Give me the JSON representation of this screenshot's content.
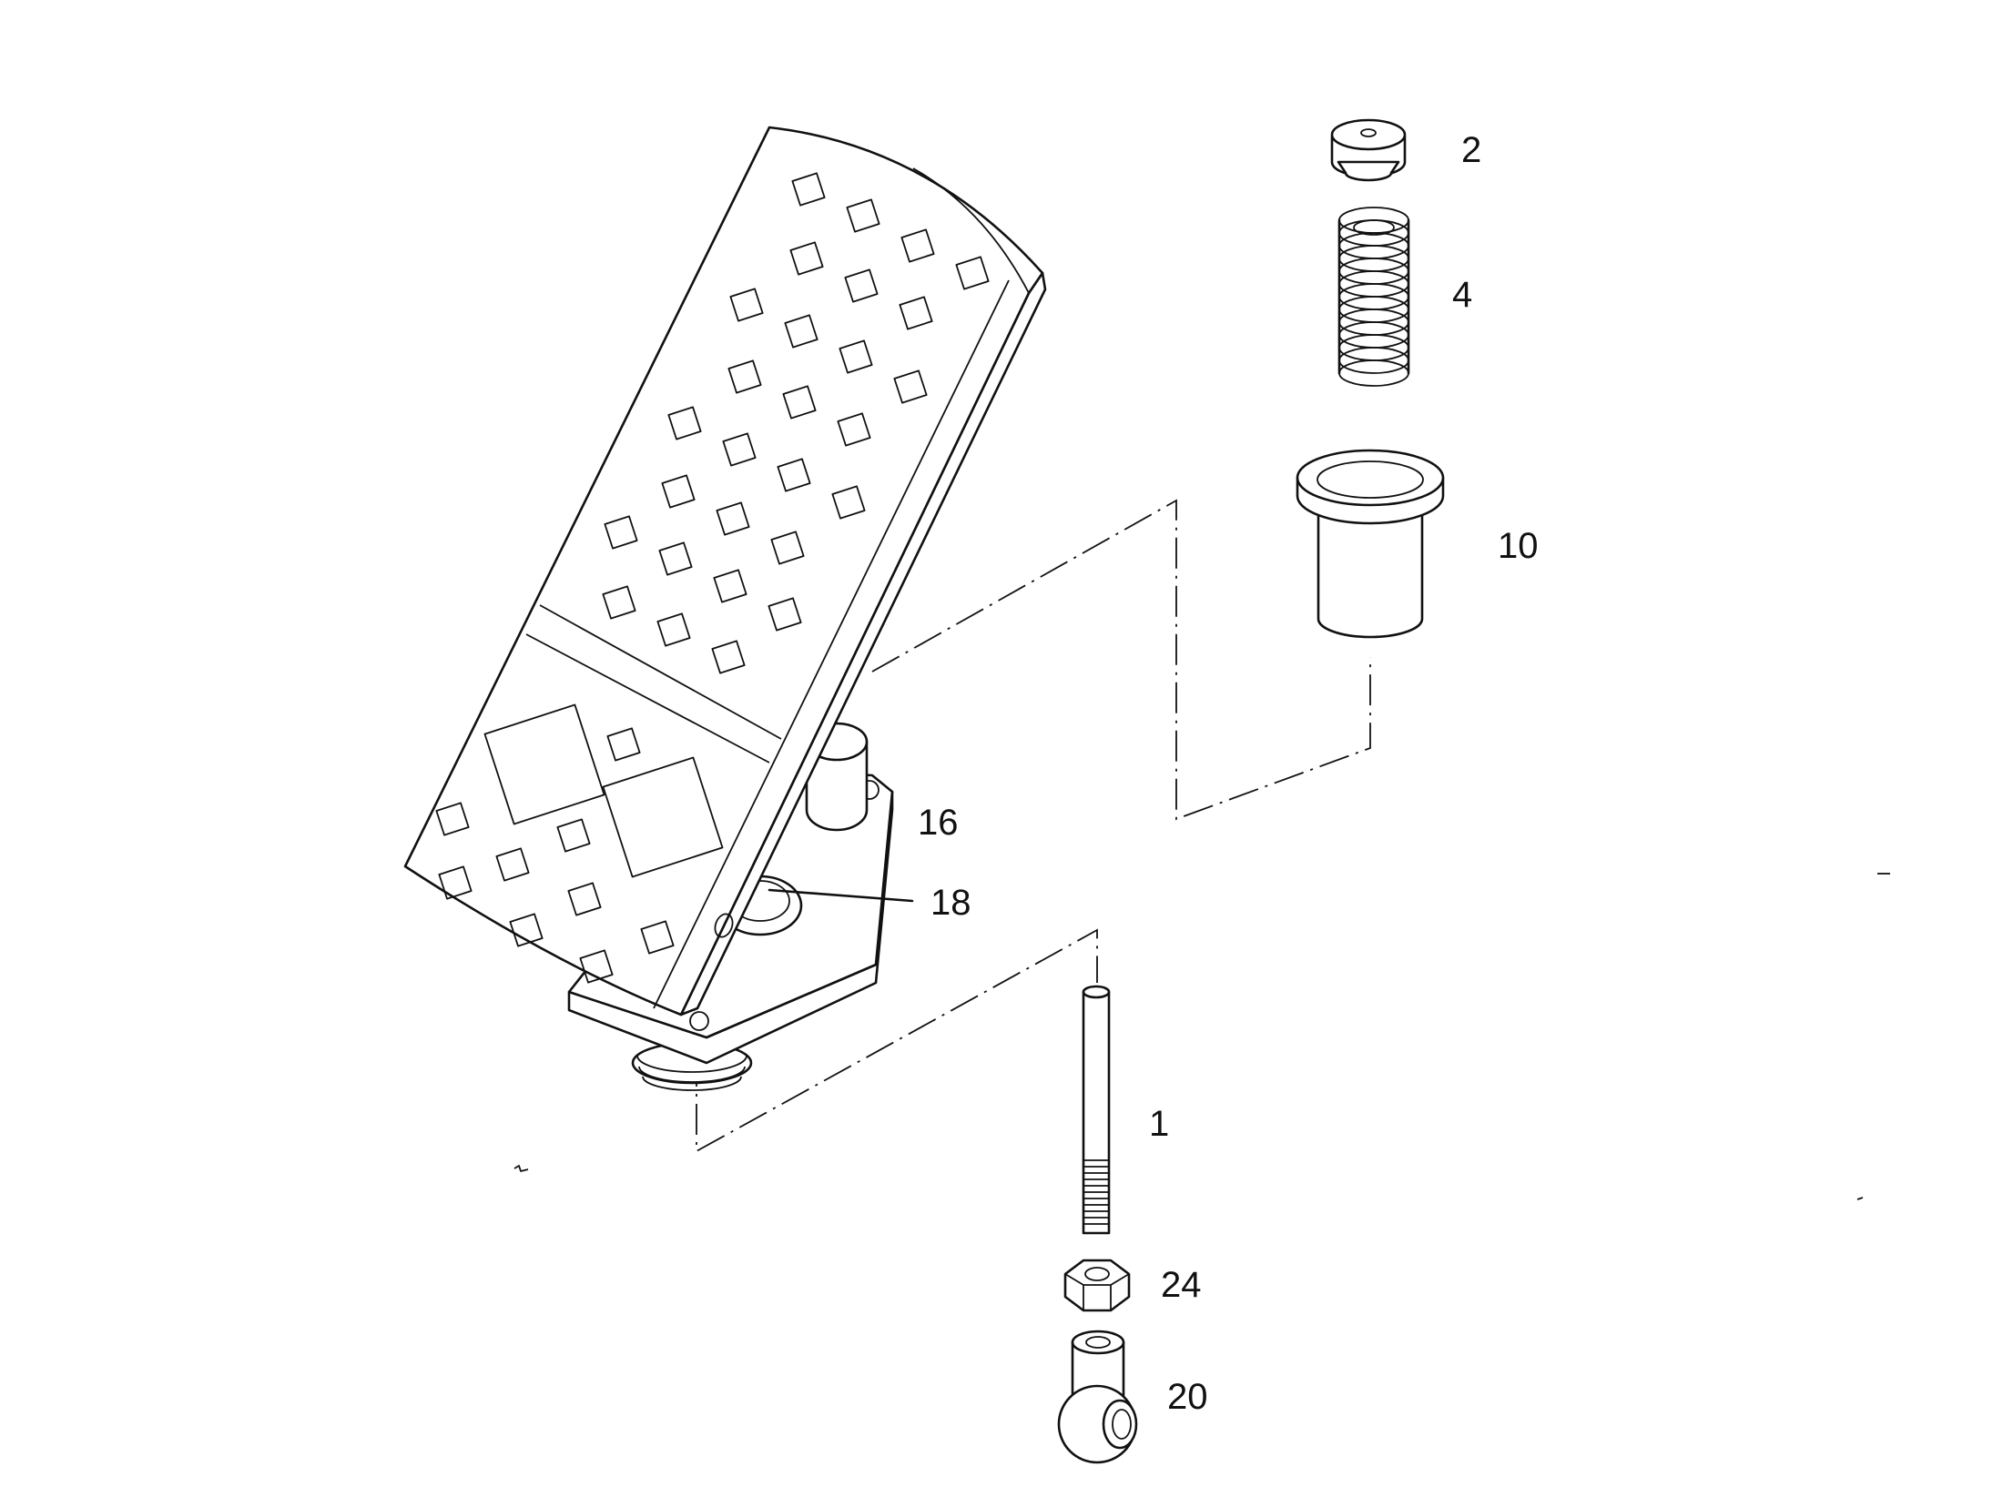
{
  "diagram": {
    "type": "exploded-parts-view",
    "callouts": {
      "part_1": "1",
      "part_2": "2",
      "part_4": "4",
      "part_10": "10",
      "part_16": "16",
      "part_18": "18",
      "part_20": "20",
      "part_24": "24"
    }
  }
}
